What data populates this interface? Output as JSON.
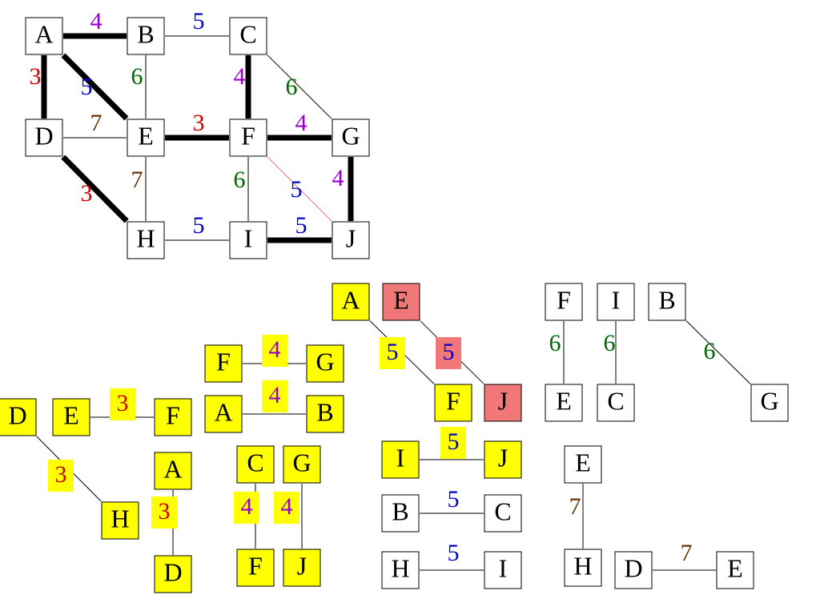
{
  "colors": {
    "background": "#ffffff",
    "node_border": "#000000",
    "node_default_fill": "#ffffff",
    "node_selected_fill": "#ffff00",
    "node_rejected_fill": "#f07878",
    "edge_line": "#000000",
    "edge_rejected_line": "#f07878",
    "weight_3": "#cc0000",
    "weight_4": "#9900cc",
    "weight_5": "#0000cc",
    "weight_6": "#006600",
    "weight_7": "#663300"
  },
  "graph": {
    "nodes": [
      "A",
      "B",
      "C",
      "D",
      "E",
      "F",
      "G",
      "H",
      "I",
      "J"
    ],
    "edges": [
      {
        "from": "A",
        "to": "B",
        "weight": "4",
        "status": "mst"
      },
      {
        "from": "B",
        "to": "C",
        "weight": "5",
        "status": "other"
      },
      {
        "from": "A",
        "to": "D",
        "weight": "3",
        "status": "mst"
      },
      {
        "from": "A",
        "to": "E",
        "weight": "5",
        "status": "mst"
      },
      {
        "from": "B",
        "to": "E",
        "weight": "6",
        "status": "other"
      },
      {
        "from": "C",
        "to": "F",
        "weight": "4",
        "status": "mst"
      },
      {
        "from": "C",
        "to": "G",
        "weight": "6",
        "status": "other"
      },
      {
        "from": "D",
        "to": "E",
        "weight": "7",
        "status": "other"
      },
      {
        "from": "E",
        "to": "F",
        "weight": "3",
        "status": "mst"
      },
      {
        "from": "F",
        "to": "G",
        "weight": "4",
        "status": "mst"
      },
      {
        "from": "D",
        "to": "H",
        "weight": "3",
        "status": "mst"
      },
      {
        "from": "E",
        "to": "H",
        "weight": "7",
        "status": "other"
      },
      {
        "from": "F",
        "to": "I",
        "weight": "6",
        "status": "other"
      },
      {
        "from": "F",
        "to": "J",
        "weight": "5",
        "status": "rejected"
      },
      {
        "from": "G",
        "to": "J",
        "weight": "4",
        "status": "mst"
      },
      {
        "from": "H",
        "to": "I",
        "weight": "5",
        "status": "other"
      },
      {
        "from": "I",
        "to": "J",
        "weight": "5",
        "status": "mst"
      }
    ]
  },
  "fragments": [
    {
      "nodes": [
        "D",
        "E",
        "F",
        "H"
      ],
      "edges": [
        {
          "from": "E",
          "to": "F",
          "weight": "3",
          "state": "selected"
        },
        {
          "from": "D",
          "to": "H",
          "weight": "3",
          "state": "selected"
        }
      ]
    },
    {
      "nodes": [
        "A",
        "D"
      ],
      "edges": [
        {
          "from": "A",
          "to": "D",
          "weight": "3",
          "state": "selected"
        }
      ]
    },
    {
      "nodes": [
        "F",
        "G",
        "A",
        "B"
      ],
      "edges": [
        {
          "from": "F",
          "to": "G",
          "weight": "4",
          "state": "selected"
        },
        {
          "from": "A",
          "to": "B",
          "weight": "4",
          "state": "selected"
        }
      ]
    },
    {
      "nodes": [
        "C",
        "G",
        "F",
        "J"
      ],
      "edges": [
        {
          "from": "C",
          "to": "F",
          "weight": "4",
          "state": "selected"
        },
        {
          "from": "G",
          "to": "J",
          "weight": "4",
          "state": "selected"
        }
      ]
    },
    {
      "nodes": [
        "A",
        "E",
        "F",
        "J"
      ],
      "edges": [
        {
          "from": "A",
          "to": "E",
          "weight": "5",
          "state": "selected"
        },
        {
          "from": "F",
          "to": "J",
          "weight": "5",
          "state": "rejected"
        }
      ]
    },
    {
      "nodes": [
        "I",
        "J"
      ],
      "edges": [
        {
          "from": "I",
          "to": "J",
          "weight": "5",
          "state": "selected"
        }
      ]
    },
    {
      "nodes": [
        "B",
        "C",
        "H",
        "I"
      ],
      "edges": [
        {
          "from": "B",
          "to": "C",
          "weight": "5",
          "state": "unused"
        },
        {
          "from": "H",
          "to": "I",
          "weight": "5",
          "state": "unused"
        }
      ]
    },
    {
      "nodes": [
        "F",
        "I",
        "B",
        "E",
        "C",
        "G"
      ],
      "edges": [
        {
          "from": "F",
          "to": "I",
          "weight": "6",
          "state": "unused"
        },
        {
          "from": "B",
          "to": "E",
          "weight": "6",
          "state": "unused"
        },
        {
          "from": "C",
          "to": "G",
          "weight": "6",
          "state": "unused"
        }
      ]
    },
    {
      "nodes": [
        "E",
        "H",
        "D",
        "E"
      ],
      "edges": [
        {
          "from": "E",
          "to": "H",
          "weight": "7",
          "state": "unused"
        },
        {
          "from": "D",
          "to": "E",
          "weight": "7",
          "state": "unused"
        }
      ]
    }
  ]
}
